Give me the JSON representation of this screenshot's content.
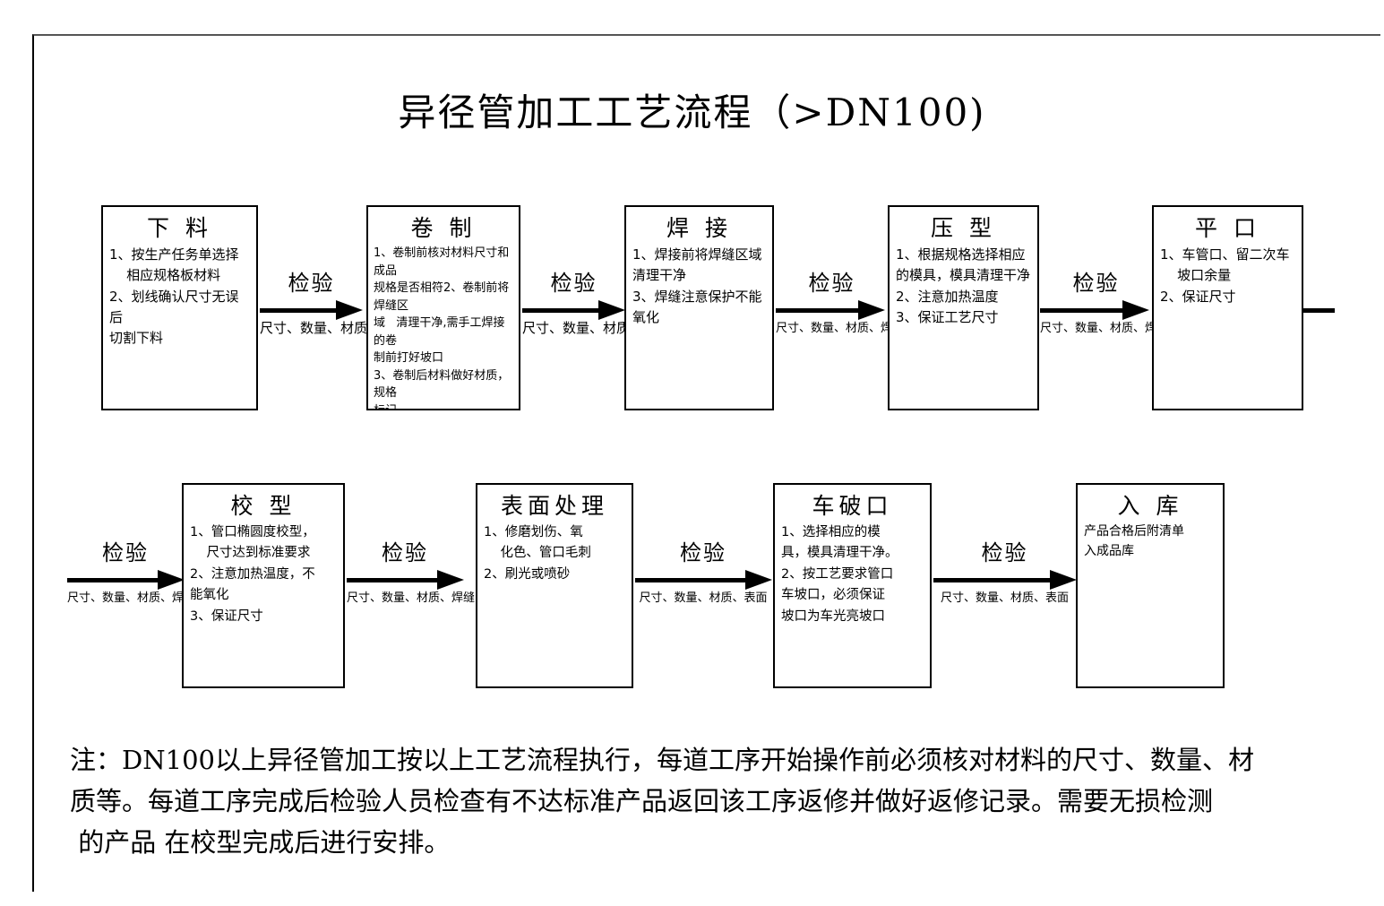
{
  "title": "异径管加工工艺流程（>DN100)",
  "frame": {
    "border_color": "#000000"
  },
  "process_boxes": [
    {
      "key": "xialiao",
      "title": "下 料",
      "lines": [
        "1、按生产任务单选择",
        "    相应规格板材料",
        "2、划线确认尺寸无误后",
        "切割下料"
      ]
    },
    {
      "key": "juanzhi",
      "title": "卷 制",
      "lines": [
        "1、卷制前核对材料尺寸和成品",
        "规格是否相符2、卷制前将焊缝区",
        "域   清理干净,需手工焊接的卷",
        "制前打好坡口",
        "3、卷制后材料做好材质，规格",
        "标记"
      ]
    },
    {
      "key": "hanjie",
      "title": "焊 接",
      "lines": [
        "1、焊接前将焊缝区域",
        "清理干净",
        "3、焊缝注意保护不能",
        "氧化"
      ]
    },
    {
      "key": "yaxing",
      "title": "压 型",
      "lines": [
        "1、根据规格选择相应",
        "的模具，模具清理干净",
        "2、注意加热温度",
        "3、保证工艺尺寸"
      ]
    },
    {
      "key": "pingkou",
      "title": "平 口",
      "lines": [
        "1、车管口、留二次车",
        "    坡口余量",
        "2、保证尺寸"
      ]
    },
    {
      "key": "jiaoxing",
      "title": "校 型",
      "lines": [
        "1、管口椭圆度校型，",
        "    尺寸达到标准要求",
        "2、注意加热温度，不",
        "能氧化",
        "3、保证尺寸"
      ]
    },
    {
      "key": "biaomian",
      "title": "表面处理",
      "lines": [
        "1、修磨划伤、氧",
        "    化色、管口毛刺",
        "2、刷光或喷砂"
      ]
    },
    {
      "key": "chepokou",
      "title": "车破口",
      "lines": [
        "1、选择相应的模",
        "具，模具清理干净。",
        "2、按工艺要求管口",
        "车坡口，必须保证",
        "坡口为车光亮坡口"
      ]
    },
    {
      "key": "ruku",
      "title": "入 库",
      "lines": [
        "产品合格后附清单",
        "入成品库"
      ]
    }
  ],
  "arrows": [
    {
      "key": "a1",
      "top_label": "检验",
      "bottom_label": "尺寸、数量、材质"
    },
    {
      "key": "a2",
      "top_label": "检验",
      "bottom_label": "尺寸、数量、材质"
    },
    {
      "key": "a3",
      "top_label": "检验",
      "bottom_label": "尺寸、数量、材质、焊缝"
    },
    {
      "key": "a4",
      "top_label": "检验",
      "bottom_label": "尺寸、数量、材质、焊缝"
    },
    {
      "key": "a5",
      "top_label": "检验",
      "bottom_label": "尺寸、数量、材质、焊缝"
    },
    {
      "key": "a6",
      "top_label": "检验",
      "bottom_label": "尺寸、数量、材质、焊缝"
    },
    {
      "key": "a7",
      "top_label": "检验",
      "bottom_label": "尺寸、数量、材质、表面"
    },
    {
      "key": "a8",
      "top_label": "检验",
      "bottom_label": "尺寸、数量、材质、表面"
    }
  ],
  "note": {
    "lines": [
      "注：DN100以上异径管加工按以上工艺流程执行，每道工序开始操作前必须核对材料的尺寸、数量、材",
      "质等。每道工序完成后检验人员检查有不达标准产品返回该工序返修并做好返修记录。需要无损检测",
      " 的产品 在校型完成后进行安排。"
    ]
  }
}
